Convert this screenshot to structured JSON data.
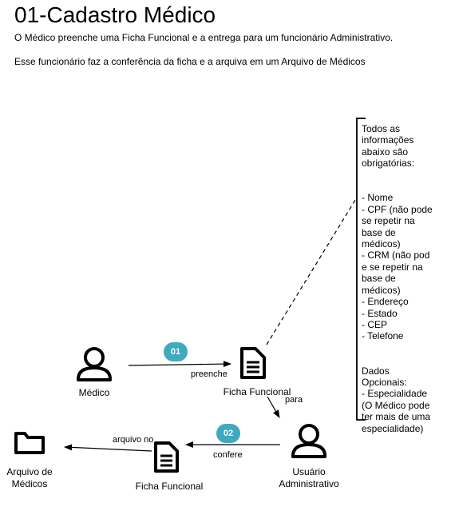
{
  "title": "01-Cadastro Médico",
  "subtitle_1": "O Médico preenche uma Ficha Funcional e a entrega para um funcionário Administrativo.",
  "subtitle_2": "Esse funcionário faz a conferência da ficha e a arquiva em um Arquivo de Médicos",
  "nodes": {
    "medico": "Médico",
    "ficha_1": "Ficha Funcional",
    "usuario_1": "Usuário",
    "usuario_2": "Administrativo",
    "ficha_2": "Ficha Funcional",
    "arquivo_1": "Arquivo de",
    "arquivo_2": "Médicos"
  },
  "edges": {
    "preenche": "preenche",
    "para": "para",
    "confere": "confere",
    "arquivo_no": "arquivo no"
  },
  "steps": {
    "step_1": "01",
    "step_2": "02"
  },
  "note": {
    "text": "Todos as\ninformações\nabaixo são\nobrigatórias:\n\n\n- Nome\n- CPF (não pode\nse repetir na\nbase de\nmédicos)\n- CRM (não pod\ne se repetir na\nbase de\nmédicos)\n- Endereço\n- Estado\n- CEP\n- Telefone\n\n\nDados\nOpcionais:\n- Especialidade\n(O Médico pode\nter mais de uma\nespecialidade)"
  },
  "colors": {
    "badge": "#3fa9c0",
    "stroke": "#000000"
  },
  "icons": {
    "person": "person-icon",
    "document": "document-icon",
    "folder": "folder-icon"
  }
}
